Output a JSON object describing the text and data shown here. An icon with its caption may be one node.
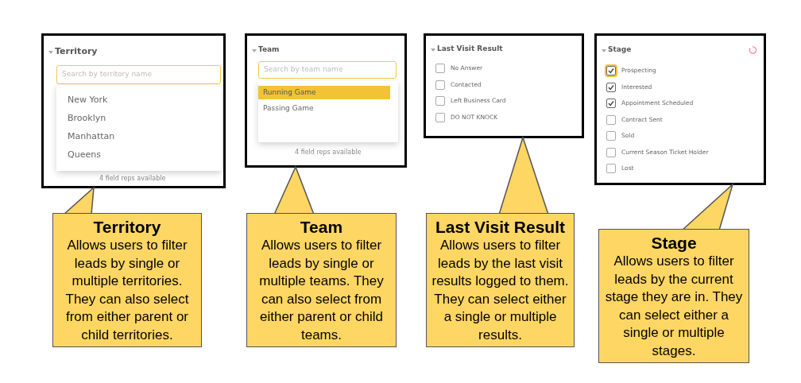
{
  "diagram": {
    "nodes": [
      {
        "text": [
          "Territory",
          "Search by territory name",
          "New York",
          "Brooklyn",
          "Manhattan",
          "Queens",
          "4 field reps available"
        ]
      },
      {
        "text": [
          "Team",
          "Search by team name",
          "Running Game",
          "Passing Game",
          "4 field reps available"
        ]
      },
      {
        "text": [
          "Last Visit Result",
          "No Answer",
          "Contacted",
          "Left Business Card",
          "DO NOT KNOCK"
        ]
      },
      {
        "text": [
          "Stage",
          "Prospecting",
          "Interested",
          "Appointment Scheduled",
          "Contract Sent",
          "Sold",
          "Current Season Ticket Holder",
          "Lost"
        ]
      },
      {
        "text": [
          "Territory",
          "Allows users to filter leads by single or multiple territories. They can also select from either parent or child territories."
        ]
      },
      {
        "text": [
          "Team",
          "Allows users to filter leads by single or multiple teams.  They can also select from either parent or child teams."
        ]
      },
      {
        "text": [
          "Last Visit Result",
          "Allows users to filter leads by the last visit results logged to them.  They can select either a single or multiple results."
        ]
      },
      {
        "text": [
          "Stage",
          "Allows users to filter leads by the current stage they are in. They can select either a single or multiple stages."
        ]
      }
    ],
    "edges": [
      {
        "from": 4,
        "to": 0,
        "arrow": "to"
      },
      {
        "from": 5,
        "to": 1,
        "arrow": "to"
      },
      {
        "from": 6,
        "to": 2,
        "arrow": "to"
      },
      {
        "from": 7,
        "to": 3,
        "arrow": "to"
      }
    ]
  }
}
